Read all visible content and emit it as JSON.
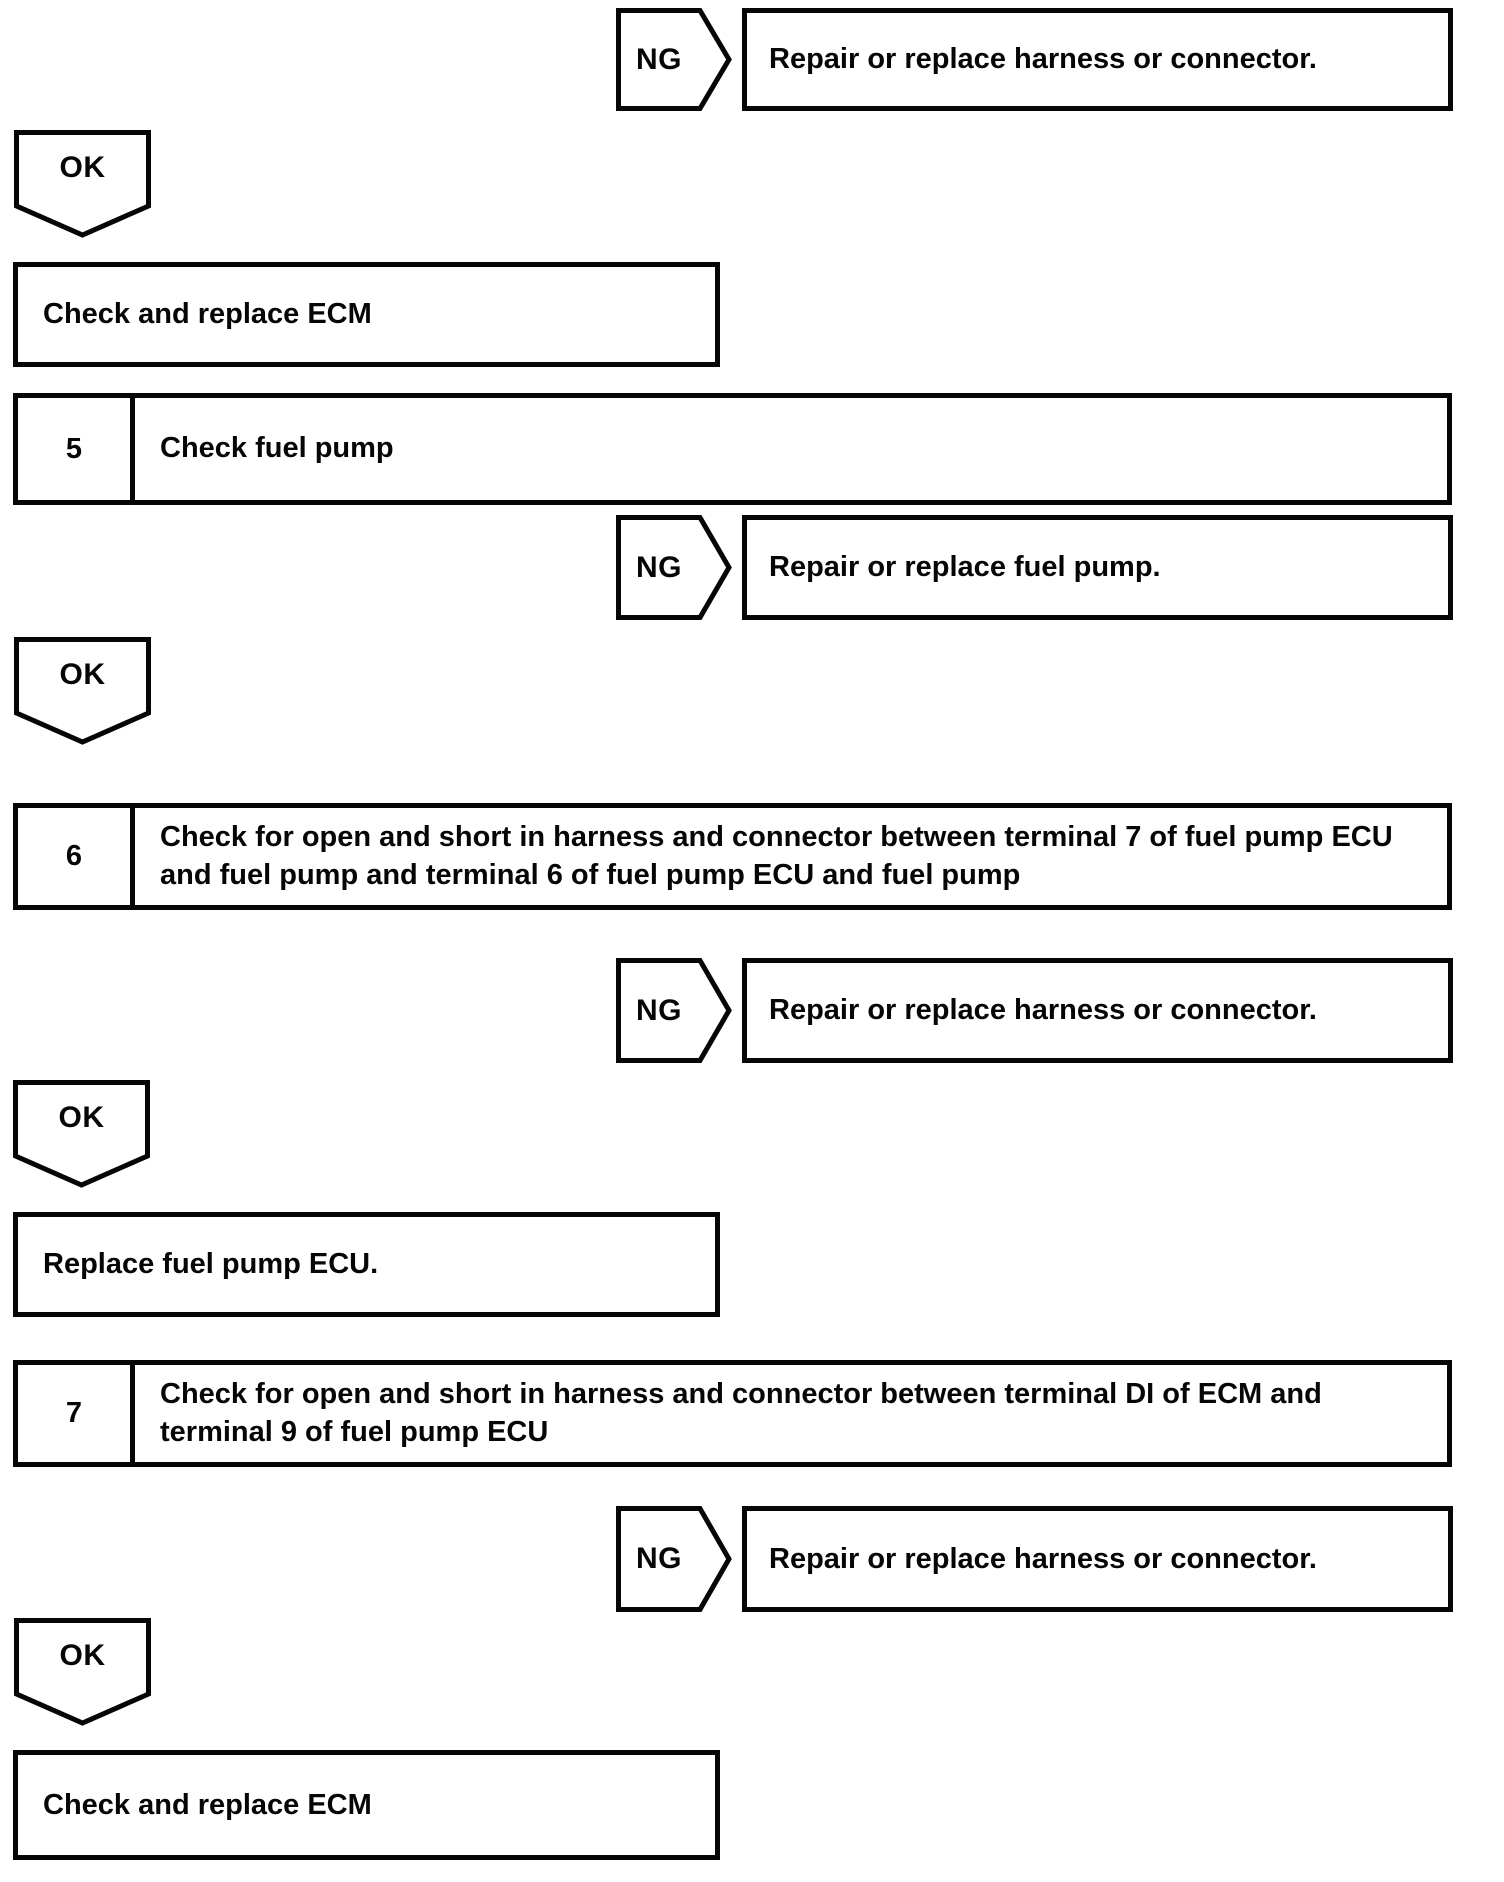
{
  "flowchart": {
    "ng_label": "NG",
    "ok_label": "OK",
    "ng_rows": [
      {
        "result": "Repair or replace harness or connector."
      },
      {
        "result": "Repair or replace fuel pump."
      },
      {
        "result": "Repair or replace harness or connector."
      },
      {
        "result": "Repair or replace harness or connector."
      }
    ],
    "steps": [
      {
        "number": "5",
        "instruction": "Check fuel pump"
      },
      {
        "number": "6",
        "instruction": "Check for open and short in harness and connector between terminal 7 of fuel pump ECU and fuel pump and terminal 6 of fuel pump ECU and fuel pump"
      },
      {
        "number": "7",
        "instruction": "Check for open and short in harness and connector between terminal DI of ECM and terminal 9 of fuel pump ECU"
      }
    ],
    "action_boxes": [
      {
        "label": "Check and replace ECM"
      },
      {
        "label": "Replace fuel pump ECU."
      },
      {
        "label": "Check and replace ECM"
      }
    ]
  }
}
